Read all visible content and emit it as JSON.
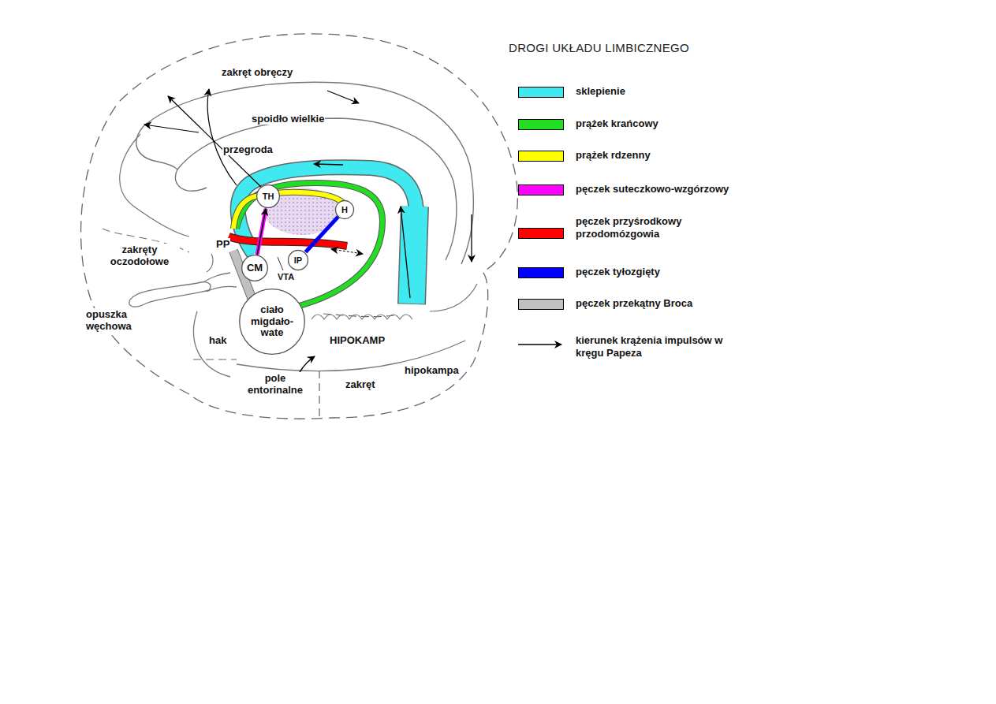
{
  "diagram": {
    "title": "DROGI UKŁADU LIMBICZNEGO",
    "nodes": [
      {
        "text": [
          "TH"
        ]
      },
      {
        "text": [
          "H"
        ]
      },
      {
        "text": [
          "CM"
        ]
      },
      {
        "text": [
          "IP"
        ]
      },
      {
        "text": [
          "ciało migdało- wate"
        ]
      }
    ],
    "edges": [
      {
        "from": 2,
        "to": 0,
        "arrow": "to"
      },
      {
        "from": 1,
        "to": 3,
        "arrow": "none"
      }
    ],
    "labels": [
      "zakręt obręczy",
      "spoidło wielkie",
      "przegroda",
      "zakręty oczodołowe",
      "PP",
      "VTA",
      "opuszka węchowa",
      "hak",
      "HIPOKAMP",
      "zakręt",
      "hipokampa",
      "pole entorinalne"
    ],
    "legend": [
      {
        "text": "sklepienie",
        "color": "#40e8f0"
      },
      {
        "text": "prążek krańcowy",
        "color": "#22dd22"
      },
      {
        "text": "prążek rdzenny",
        "color": "#ffff00"
      },
      {
        "text": "pęczek suteczkowo-wzgórzowy",
        "color": "#ff00ff"
      },
      {
        "text": "pęczek przyśrodkowy przodomózgowia",
        "color": "#ff0000"
      },
      {
        "text": "pęczek tyłozgięty",
        "color": "#0000ff"
      },
      {
        "text": "pęczek przekątny Broca",
        "color": "#c0c0c0"
      },
      {
        "text": "kierunek krążenia impulsów w kręgu Papeza"
      }
    ]
  }
}
